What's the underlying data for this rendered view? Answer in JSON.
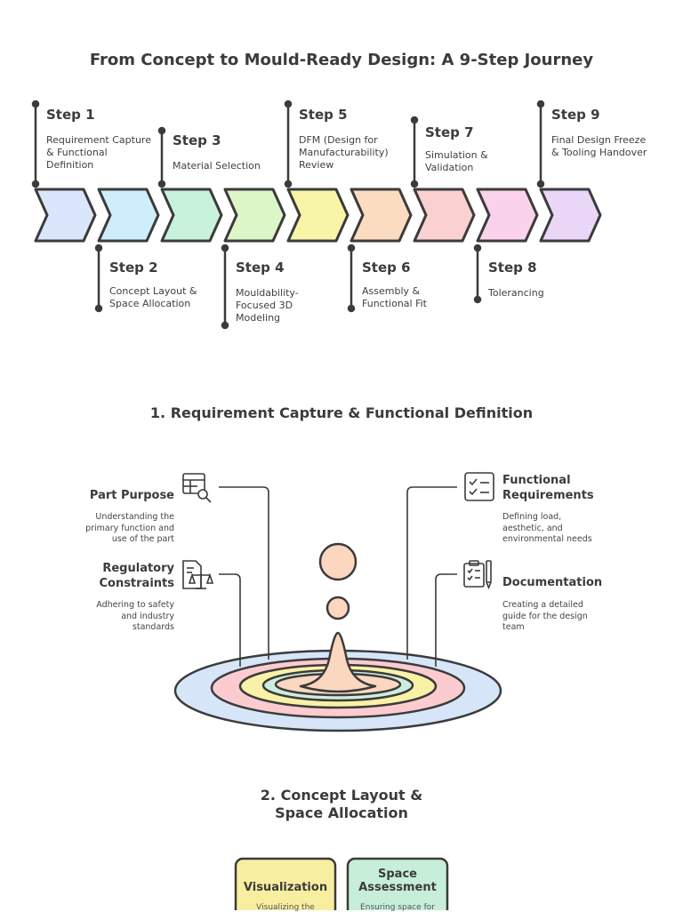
{
  "title": "From Concept to Mould-Ready Design: A 9-Step Journey",
  "steps": [
    {
      "label": "Step 1",
      "desc": "Requirement Capture & Functional Definition",
      "color": "#d9e6fb"
    },
    {
      "label": "Step 2",
      "desc": "Concept Layout & Space Allocation",
      "color": "#cfeefb"
    },
    {
      "label": "Step 3",
      "desc": "Material Selection",
      "color": "#c8f2dc"
    },
    {
      "label": "Step 4",
      "desc": "Mouldability-Focused 3D Modeling",
      "color": "#dcf6c8"
    },
    {
      "label": "Step 5",
      "desc": "DFM (Design for Manufacturability) Review",
      "color": "#f8f4a8"
    },
    {
      "label": "Step 6",
      "desc": "Assembly & Functional Fit",
      "color": "#fbdcc0"
    },
    {
      "label": "Step 7",
      "desc": "Simulation & Validation",
      "color": "#fbd0d0"
    },
    {
      "label": "Step 8",
      "desc": "Tolerancing",
      "color": "#fad2ec"
    },
    {
      "label": "Step 9",
      "desc": "Final Design Freeze & Tooling Handover",
      "color": "#ead6f6"
    }
  ],
  "section1": {
    "title": "1. Requirement Capture & Functional Definition",
    "items": [
      {
        "title": "Part Purpose",
        "desc": "Understanding the primary function and use of the part",
        "icon": "table-search-icon"
      },
      {
        "title": "Regulatory Constraints",
        "desc": "Adhering to safety and industry standards",
        "icon": "document-scale-icon"
      },
      {
        "title": "Functional Requirements",
        "desc": "Defining load, aesthetic, and environmental needs",
        "icon": "checklist-icon"
      },
      {
        "title": "Documentation",
        "desc": "Creating a detailed guide for the design team",
        "icon": "clipboard-pen-icon"
      }
    ]
  },
  "section2": {
    "title_line1": "2. Concept Layout &",
    "title_line2": "Space Allocation",
    "boxes": [
      {
        "title": "Visualization",
        "desc": "Visualizing the",
        "color": "#f8eea0"
      },
      {
        "title_line1": "Space",
        "title_line2": "Assessment",
        "desc": "Ensuring space for",
        "color": "#c6eed8"
      }
    ]
  }
}
